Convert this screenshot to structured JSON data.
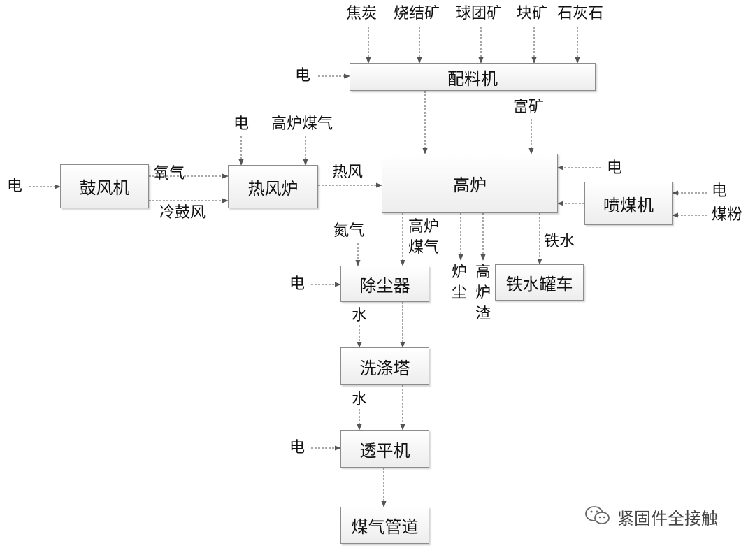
{
  "boxes": {
    "batcher": "配料机",
    "blower": "鼓风机",
    "hot_stove": "热风炉",
    "blast_furnace": "高炉",
    "coal_injector": "喷煤机",
    "dust_collector": "除尘器",
    "hot_metal_car": "铁水罐车",
    "scrubber": "洗涤塔",
    "trt": "透平机",
    "gas_pipeline": "煤气管道"
  },
  "inputs": {
    "coke": "焦炭",
    "sinter": "烧结矿",
    "pellet": "球团矿",
    "lump_ore": "块矿",
    "limestone": "石灰石",
    "elec_batcher": "电",
    "rich_ore": "富矿",
    "elec_blower": "电",
    "elec_stove": "电",
    "bf_gas_stove": "高炉煤气",
    "oxygen": "氧气",
    "cold_blast": "冷鼓风",
    "hot_blast": "热风",
    "elec_furnace": "电",
    "elec_injector": "电",
    "coal_powder": "煤粉",
    "nitrogen": "氮气",
    "elec_dust": "电",
    "water_scrubber": "水",
    "water_trt": "水",
    "elec_trt": "电"
  },
  "outputs": {
    "bf_gas": "高炉煤气",
    "furnace_dust": "炉尘",
    "slag": "高炉渣",
    "hot_metal": "铁水"
  },
  "watermark": "紧固件全接触"
}
